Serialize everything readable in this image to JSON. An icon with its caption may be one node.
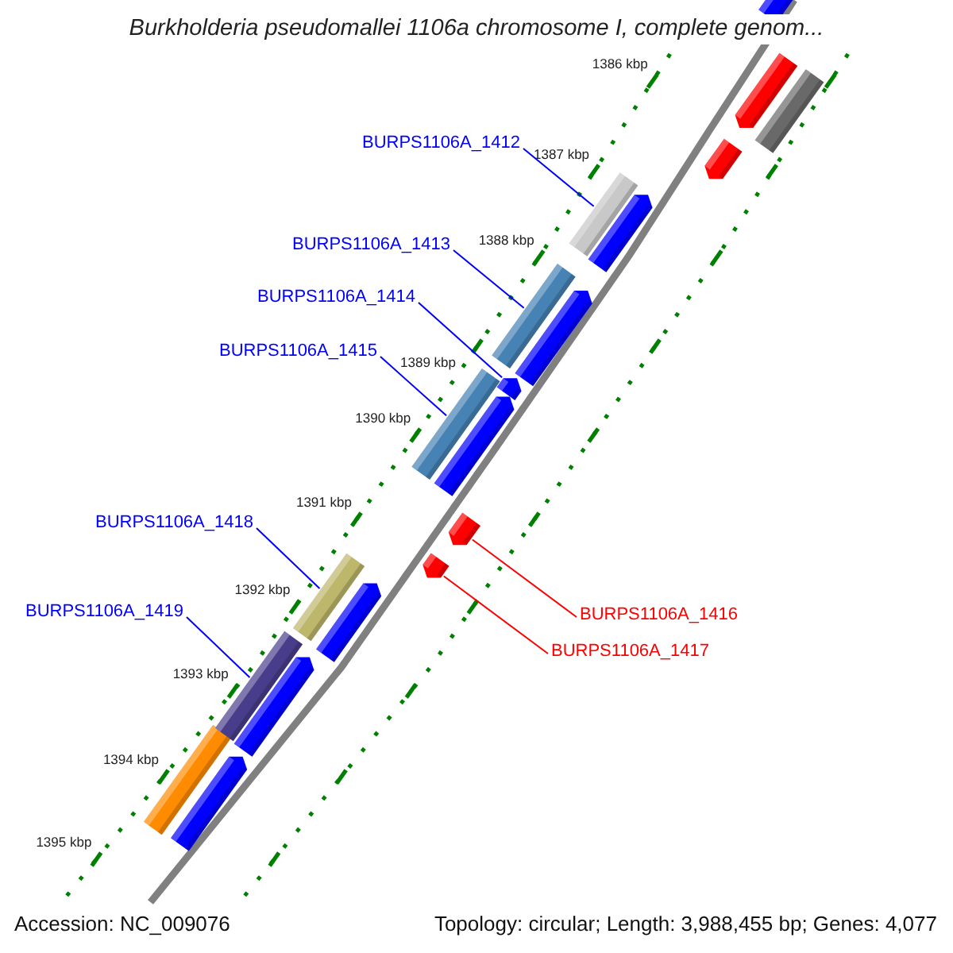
{
  "diagram": {
    "title": "Burkholderia pseudomallei 1106a chromosome I, complete genom...",
    "nodes": [
      {
        "text": [
          "BURPS1106A_1412"
        ]
      },
      {
        "text": [
          "BURPS1106A_1413"
        ]
      },
      {
        "text": [
          "BURPS1106A_1414"
        ]
      },
      {
        "text": [
          "BURPS1106A_1415"
        ]
      },
      {
        "text": [
          "BURPS1106A_1418"
        ]
      },
      {
        "text": [
          "BURPS1106A_1419"
        ]
      },
      {
        "text": [
          "BURPS1106A_1416"
        ]
      },
      {
        "text": [
          "BURPS1106A_1417"
        ]
      },
      {
        "text": [],
        "shape": "box"
      },
      {
        "text": [],
        "shape": "box"
      },
      {
        "text": [],
        "shape": "arrow"
      },
      {
        "text": [],
        "shape": "box"
      },
      {
        "text": [],
        "shape": "arrow"
      },
      {
        "text": [],
        "shape": "arrow"
      },
      {
        "text": [],
        "shape": "box"
      },
      {
        "text": [],
        "shape": "box"
      }
    ],
    "edges": [
      {
        "from": 0,
        "to": 8,
        "arrow": "none"
      },
      {
        "from": 1,
        "to": 9,
        "arrow": "none"
      },
      {
        "from": 2,
        "to": 10,
        "arrow": "none"
      },
      {
        "from": 3,
        "to": 11,
        "arrow": "none"
      },
      {
        "from": 4,
        "to": 14,
        "arrow": "none"
      },
      {
        "from": 5,
        "to": 15,
        "arrow": "none"
      },
      {
        "from": 6,
        "to": 12,
        "arrow": "none",
        "color": "#ff0000"
      },
      {
        "from": 7,
        "to": 13,
        "arrow": "none",
        "color": "#ff0000"
      }
    ],
    "labels": [
      "1386 kbp",
      "1387 kbp",
      "1388 kbp",
      "1389 kbp",
      "1390 kbp",
      "1391 kbp",
      "1392 kbp",
      "1393 kbp",
      "1394 kbp",
      "1395 kbp",
      "Accession: NC_009076",
      "Topology: circular; Length: 3,988,455 bp; Genes: 4,077"
    ]
  }
}
